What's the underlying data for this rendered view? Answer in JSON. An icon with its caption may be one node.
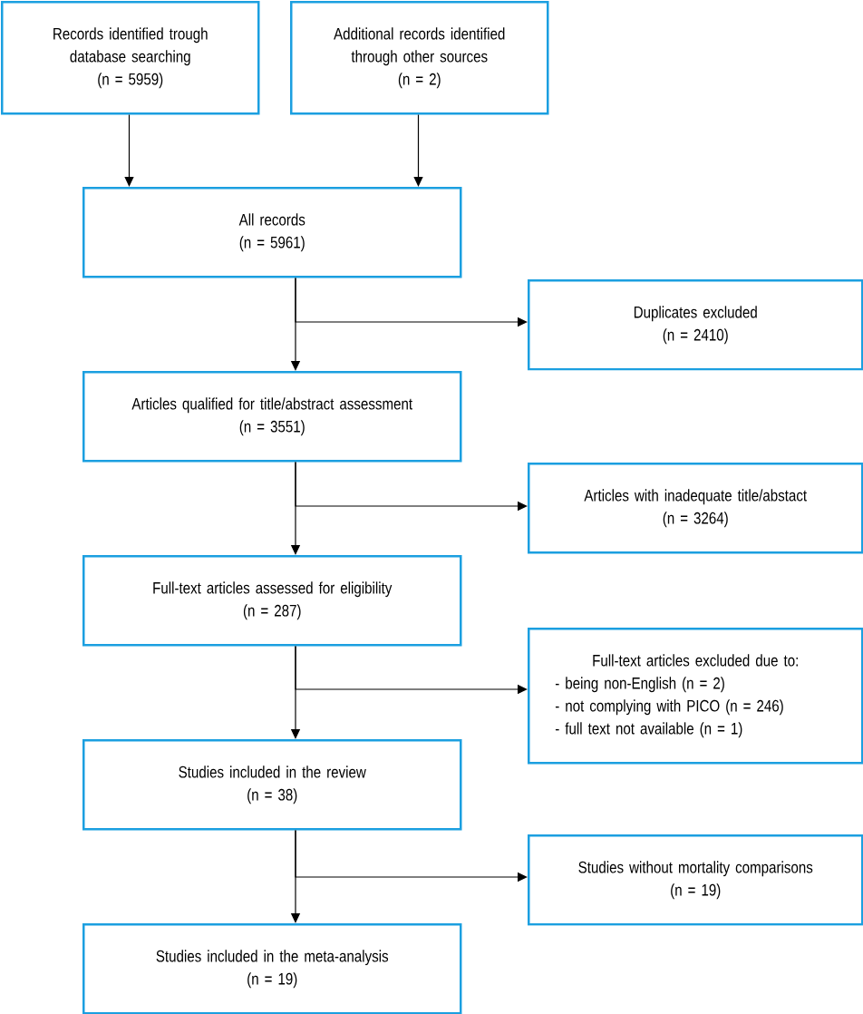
{
  "diagram": {
    "nodes": [
      {
        "text": [
          "Records identified trough database searching",
          "(n = 5959)"
        ]
      },
      {
        "text": [
          "Additional records identified through other sources",
          "(n = 2)"
        ]
      },
      {
        "text": [
          "All records",
          "(n = 5961)"
        ]
      },
      {
        "text": [
          "Duplicates excluded",
          "(n = 2410)"
        ]
      },
      {
        "text": [
          "Articles qualified for title/abstract assessment",
          "(n = 3551)"
        ]
      },
      {
        "text": [
          "Articles with inadequate title/abstact",
          "(n = 3264)"
        ]
      },
      {
        "text": [
          "Full-text articles assessed for eligibility",
          "(n = 287)"
        ]
      },
      {
        "text": [
          "Full-text articles excluded due to:",
          "- being non-English (n = 2)",
          "- not complying with PICO (n = 246)",
          "- full text not available (n = 1)"
        ]
      },
      {
        "text": [
          "Studies included in the review",
          "(n = 38)"
        ]
      },
      {
        "text": [
          "Studies without mortality comparisons",
          "(n = 19)"
        ]
      },
      {
        "text": [
          "Studies included in the meta-analysis",
          "(n = 19)"
        ]
      }
    ],
    "edges": [
      {
        "from": 0,
        "to": 2,
        "arrow": "to"
      },
      {
        "from": 1,
        "to": 2,
        "arrow": "to"
      },
      {
        "from": 2,
        "to": 4,
        "arrow": "to"
      },
      {
        "from": 2,
        "to": 3,
        "arrow": "to"
      },
      {
        "from": 4,
        "to": 6,
        "arrow": "to"
      },
      {
        "from": 4,
        "to": 5,
        "arrow": "to"
      },
      {
        "from": 6,
        "to": 8,
        "arrow": "to"
      },
      {
        "from": 6,
        "to": 7,
        "arrow": "to"
      },
      {
        "from": 8,
        "to": 10,
        "arrow": "to"
      },
      {
        "from": 8,
        "to": 9,
        "arrow": "to"
      }
    ]
  }
}
